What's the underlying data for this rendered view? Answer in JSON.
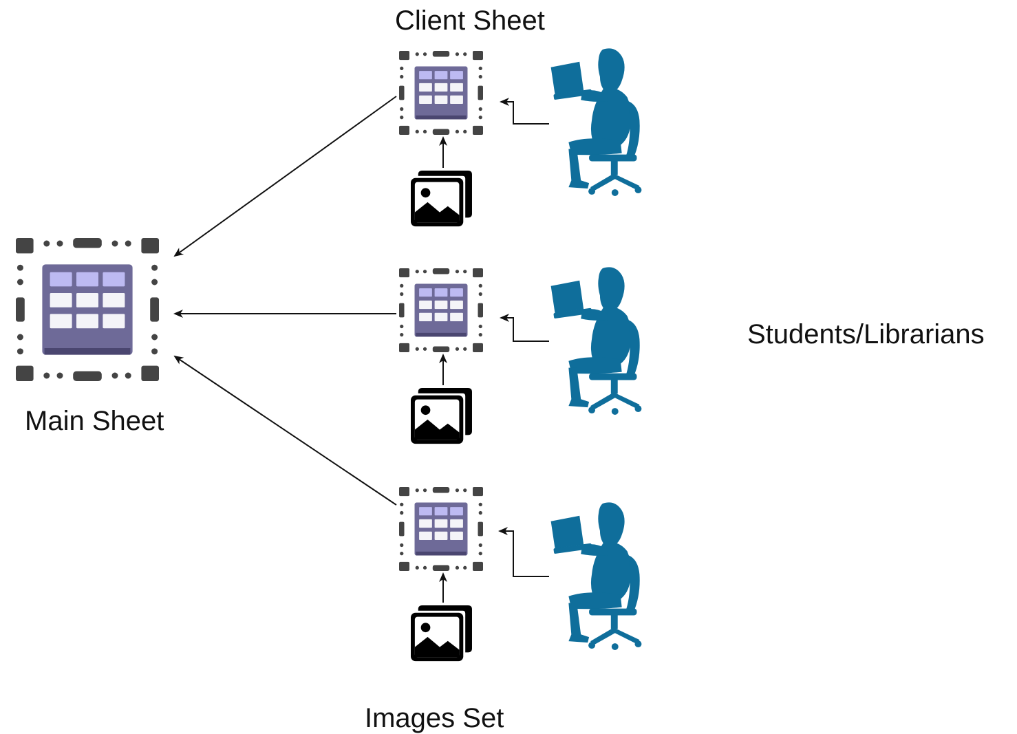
{
  "labels": {
    "main_sheet": "Main Sheet",
    "client_sheet": "Client Sheet",
    "images_set": "Images Set",
    "users": "Students/Librarians"
  },
  "colors": {
    "sheet_frame": "#222222",
    "sheet_body": "#6e6a98",
    "sheet_header_cell": "#b9b6ef",
    "sheet_cell": "#f2f2f7",
    "person": "#0f6e9b",
    "arrow": "#111111"
  },
  "icons": {
    "main_sheet": "spreadsheet-icon",
    "client_sheet": "spreadsheet-icon",
    "images": "images-stack-icon",
    "user": "person-with-laptop-icon"
  },
  "client_rows": [
    {
      "id": "row-1"
    },
    {
      "id": "row-2"
    },
    {
      "id": "row-3"
    }
  ]
}
